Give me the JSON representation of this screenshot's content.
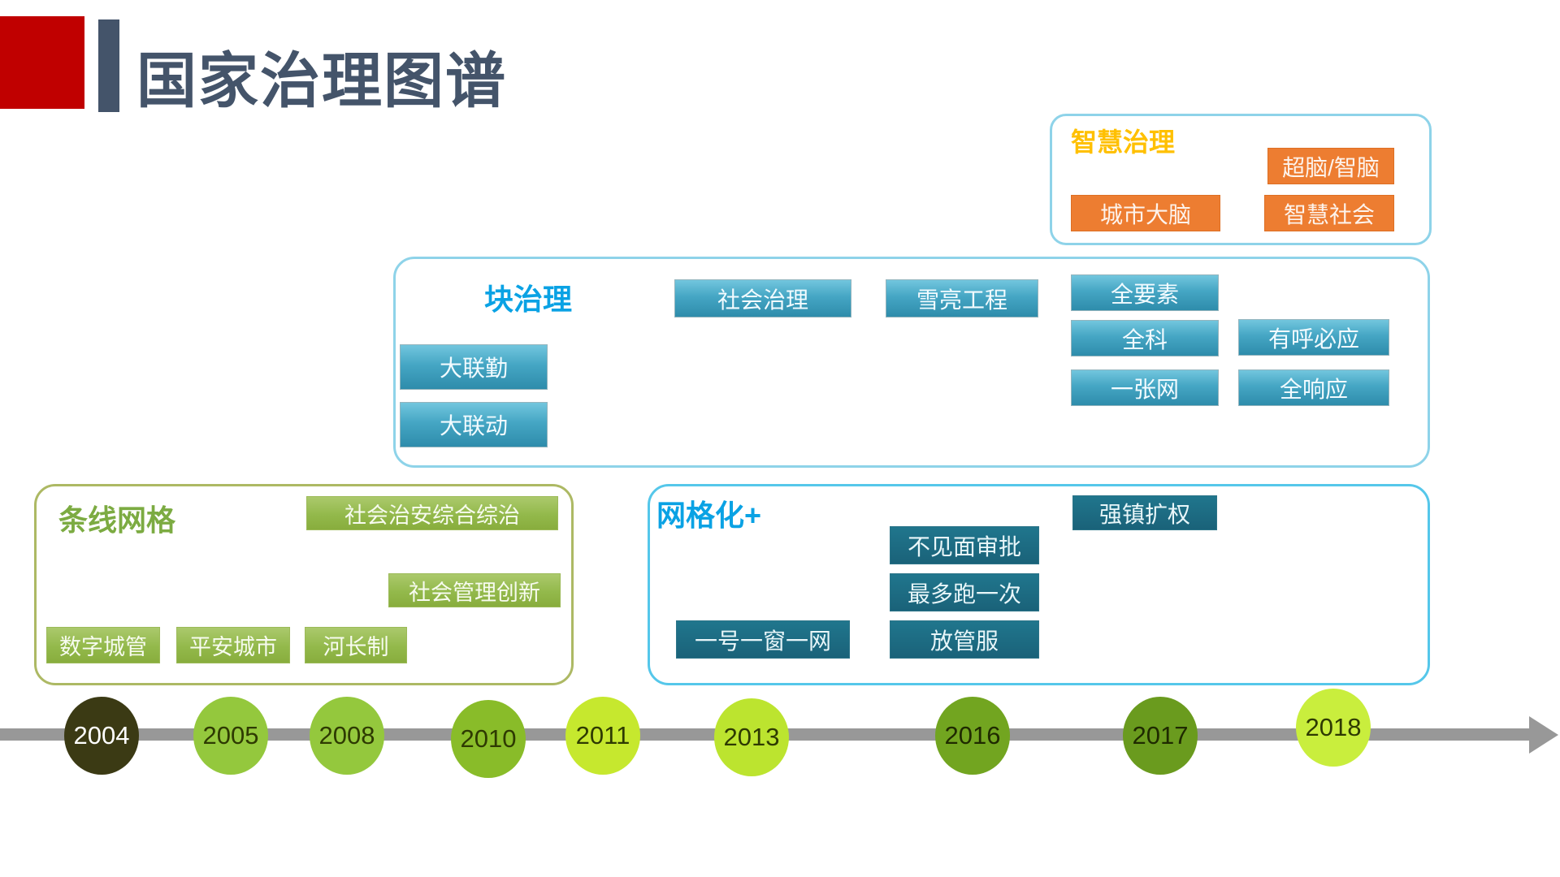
{
  "slide": {
    "title": "国家治理图谱"
  },
  "groups": {
    "smart": {
      "title": "智慧治理",
      "buttons": [
        "超脑/智脑",
        "城市大脑",
        "智慧社会"
      ]
    },
    "block": {
      "title": "块治理",
      "buttons": [
        "社会治理",
        "雪亮工程",
        "全要素",
        "全科",
        "有呼必应",
        "一张网",
        "全响应",
        "大联勤",
        "大联动"
      ]
    },
    "strip": {
      "title": "条线网格",
      "buttons": [
        "社会治安综合综治",
        "社会管理创新",
        "数字城管",
        "平安城市",
        "河长制"
      ]
    },
    "grid": {
      "title": "网格化+",
      "buttons": [
        "强镇扩权",
        "不见面审批",
        "最多跑一次",
        "放管服",
        "一号一窗一网"
      ]
    }
  },
  "timeline": {
    "years": [
      {
        "label": "2004",
        "fill": "#3b3a14",
        "text_color": "#ffffff"
      },
      {
        "label": "2005",
        "fill": "#94c83d",
        "text_color": "#2e3a02"
      },
      {
        "label": "2008",
        "fill": "#94c83d",
        "text_color": "#2e3a02"
      },
      {
        "label": "2010",
        "fill": "#89bc29",
        "text_color": "#2e3a02"
      },
      {
        "label": "2011",
        "fill": "#c6e82e",
        "text_color": "#2e3a02"
      },
      {
        "label": "2013",
        "fill": "#bce42f",
        "text_color": "#2e3a02"
      },
      {
        "label": "2016",
        "fill": "#72a520",
        "text_color": "#1f2a00"
      },
      {
        "label": "2017",
        "fill": "#6a9b1e",
        "text_color": "#1f2a00"
      },
      {
        "label": "2018",
        "fill": "#c9ee3d",
        "text_color": "#2e3a02"
      }
    ]
  },
  "colors": {
    "title_text": "#44546a",
    "header_accent_red": "#c00000",
    "header_accent_slate": "#44546a",
    "smart_title": "#ffc000",
    "smart_chip": "#ed7d31",
    "block_title": "#0aa2e4",
    "block_chip": "#3b9cba",
    "strip_title": "#7cab42",
    "strip_chip": "#93b94b",
    "grid_title": "#0aa2e4",
    "grid_chip": "#1c6b80",
    "cyan_border": "#8ed3e9",
    "olive_border": "#adb964",
    "timeline_gray": "#989898"
  }
}
